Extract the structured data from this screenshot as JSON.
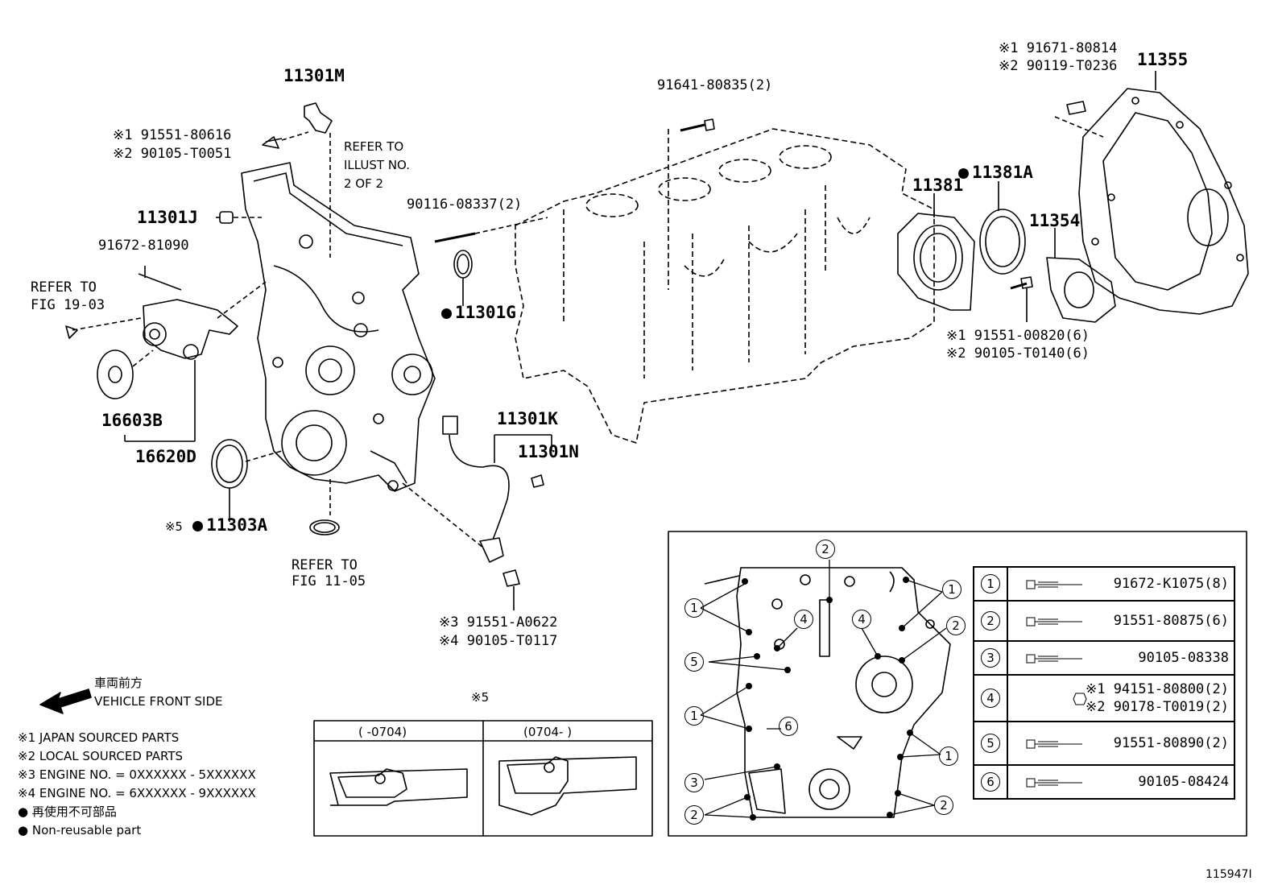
{
  "labels": {
    "p11301M": "11301M",
    "p91551_80616": "※1 91551-80616",
    "p90105_T0051": "※2 90105-T0051",
    "refer_illust": [
      "REFER TO",
      "ILLUST NO.",
      "2 OF 2"
    ],
    "p11301J": "11301J",
    "p91672_81090": "91672-81090",
    "refer_fig1903": [
      "REFER TO",
      "FIG 19-03"
    ],
    "p16603B": "16603B",
    "p16620D": "16620D",
    "p11303A_prefix": "※5",
    "p11303A": "11303A",
    "refer_fig1105": [
      "REFER TO",
      "FIG 11-05"
    ],
    "p90116_08337": "90116-08337(2)",
    "p11301G": "11301G",
    "p91641_80835": "91641-80835(2)",
    "p11301K": "11301K",
    "p11301N": "11301N",
    "p91551_A0622": "※3 91551-A0622",
    "p90105_T0117": "※4 90105-T0117",
    "p91671_80814": "※1 91671-80814",
    "p90119_T0236": "※2 90119-T0236",
    "p11355": "11355",
    "p11381": "11381",
    "p11381A": "11381A",
    "p11354": "11354",
    "p91551_00820": "※1 91551-00820(6)",
    "p90105_T0140": "※2 90105-T0140(6)",
    "vehicle_front_jp": "車両前方",
    "vehicle_front_en": "VEHICLE FRONT SIDE",
    "seal_detail_title": "※5",
    "seal_col1": "(      -0704)",
    "seal_col2": "(0704-      )",
    "illustration_number": "115947I"
  },
  "legend": [
    {
      "mark": "※1",
      "text": "JAPAN SOURCED PARTS"
    },
    {
      "mark": "※2",
      "text": "LOCAL SOURCED PARTS"
    },
    {
      "mark": "※3",
      "text": "ENGINE NO. = 0XXXXXX - 5XXXXXX"
    },
    {
      "mark": "※4",
      "text": "ENGINE NO. = 6XXXXXX - 9XXXXXX"
    },
    {
      "mark": "●",
      "text": "再使用不可部品"
    },
    {
      "mark": "●",
      "text": "Non-reusable part"
    }
  ],
  "bolt_table": [
    {
      "n": "1",
      "parts": [
        "91672-K1075(8)"
      ]
    },
    {
      "n": "2",
      "parts": [
        "91551-80875(6)"
      ]
    },
    {
      "n": "3",
      "parts": [
        "90105-08338"
      ]
    },
    {
      "n": "4",
      "parts": [
        "※1 94151-80800(2)",
        "※2 90178-T0019(2)"
      ]
    },
    {
      "n": "5",
      "parts": [
        "91551-80890(2)"
      ]
    },
    {
      "n": "6",
      "parts": [
        "90105-08424"
      ]
    }
  ],
  "bolt_callouts": {
    "c1": "1",
    "c2": "2",
    "c3": "3",
    "c4": "4",
    "c5": "5",
    "c6": "6"
  }
}
